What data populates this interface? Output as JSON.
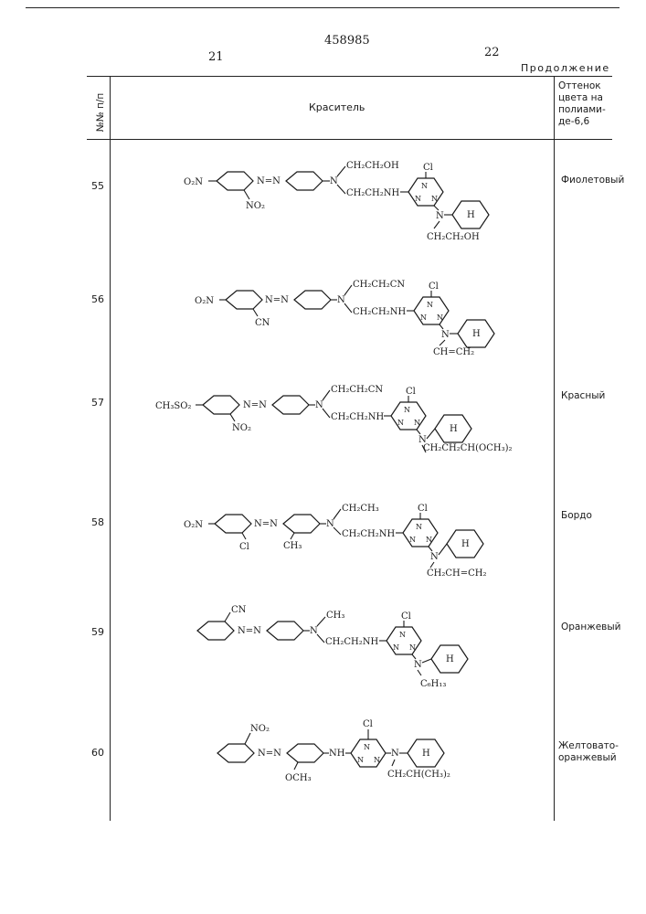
{
  "header": {
    "patent_number": "458985",
    "page_left": "21",
    "page_right": "22",
    "continuation": "Продолжение"
  },
  "table": {
    "col_number": "№№ п/п",
    "col_dye": "Краситель",
    "col_shade": [
      "Оттенок",
      "цвета на",
      "полиами-",
      "де-6,6"
    ],
    "rows": [
      {
        "no": "55",
        "shade": [
          "Фиолетовый"
        ],
        "formula": {
          "left_group": "O₂N",
          "ortho_sub": "NO₂",
          "mid_sub": "",
          "amine_upper": "CH₂CH₂OH",
          "amine_lower": "CH₂CH₂NH",
          "triazine_cl": "Cl",
          "n_sub": "CH₂CH₂OH",
          "cyclo": "H"
        }
      },
      {
        "no": "56",
        "shade": [
          ""
        ],
        "formula": {
          "left_group": "O₂N",
          "ortho_sub": "CN",
          "mid_sub": "",
          "amine_upper": "CH₂CH₂CN",
          "amine_lower": "CH₂CH₂NH",
          "triazine_cl": "Cl",
          "n_sub": "CH=CH₂",
          "cyclo": "H"
        }
      },
      {
        "no": "57",
        "shade": [
          "Красный"
        ],
        "formula": {
          "left_group": "CH₃SO₂",
          "ortho_sub": "NO₂",
          "mid_sub": "",
          "amine_upper": "CH₂CH₂CN",
          "amine_lower": "CH₂CH₂NH",
          "triazine_cl": "Cl",
          "n_sub": "CH₂CH₂CH(OCH₃)₂",
          "cyclo": "H"
        }
      },
      {
        "no": "58",
        "shade": [
          "Бордо"
        ],
        "formula": {
          "left_group": "O₂N",
          "ortho_sub": "Cl",
          "mid_sub": "CH₃",
          "amine_upper": "CH₂CH₃",
          "amine_lower": "CH₂CH₂NH",
          "triazine_cl": "Cl",
          "n_sub": "CH₂CH=CH₂",
          "cyclo": "H"
        }
      },
      {
        "no": "59",
        "shade": [
          "Оранжевый"
        ],
        "formula": {
          "left_group": "",
          "ortho_sub": "CN",
          "mid_sub": "",
          "amine_upper": "CH₃",
          "amine_lower": "CH₂CH₂NH",
          "triazine_cl": "Cl",
          "n_sub": "C₆H₁₃",
          "cyclo": "H"
        }
      },
      {
        "no": "60",
        "shade": [
          "Желтовато-",
          "оранжевый"
        ],
        "formula": {
          "left_group": "",
          "ortho_sub": "NO₂",
          "mid_sub": "OCH₃",
          "amine_upper": "",
          "amine_lower": "NH",
          "triazine_cl": "Cl",
          "n_sub": "CH₂CH(CH₃)₂",
          "cyclo": "H"
        }
      }
    ]
  }
}
